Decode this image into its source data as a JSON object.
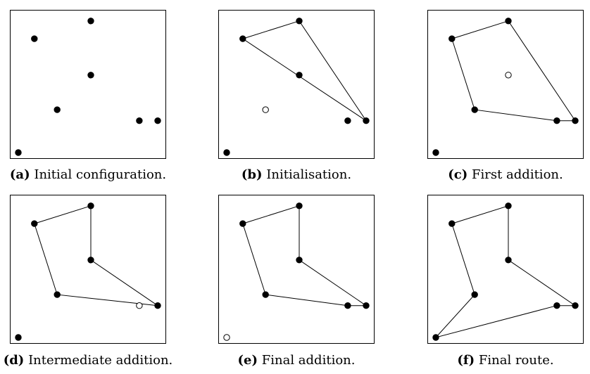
{
  "points": [
    {
      "id": "p1",
      "x": 0.0,
      "y": 0.0
    },
    {
      "id": "p2",
      "x": 0.115,
      "y": 0.843
    },
    {
      "id": "p3",
      "x": 0.279,
      "y": 0.317
    },
    {
      "id": "p4",
      "x": 0.52,
      "y": 0.975
    },
    {
      "id": "p5",
      "x": 0.52,
      "y": 0.574
    },
    {
      "id": "p6",
      "x": 0.868,
      "y": 0.236
    },
    {
      "id": "p7",
      "x": 1.0,
      "y": 0.236
    }
  ],
  "panels": [
    {
      "tag": "(a)",
      "label": "Initial configuration.",
      "route": [],
      "closed": false,
      "open_point": null
    },
    {
      "tag": "(b)",
      "label": "Initialisation.",
      "route": [
        "p2",
        "p4",
        "p7"
      ],
      "closed": true,
      "open_point": "p3"
    },
    {
      "tag": "(c)",
      "label": "First addition.",
      "route": [
        "p2",
        "p4",
        "p7",
        "p6",
        "p3"
      ],
      "closed": true,
      "open_point": "p5"
    },
    {
      "tag": "(d)",
      "label": "Intermediate addition.",
      "route": [
        "p2",
        "p4",
        "p5",
        "p7",
        "p3"
      ],
      "closed": true,
      "open_point": "p6"
    },
    {
      "tag": "(e)",
      "label": "Final addition.",
      "route": [
        "p2",
        "p4",
        "p5",
        "p7",
        "p6",
        "p3"
      ],
      "closed": true,
      "open_point": "p1"
    },
    {
      "tag": "(f)",
      "label": "Final route.",
      "route": [
        "p2",
        "p4",
        "p5",
        "p7",
        "p6",
        "p1",
        "p3"
      ],
      "closed": true,
      "open_point": null
    }
  ]
}
